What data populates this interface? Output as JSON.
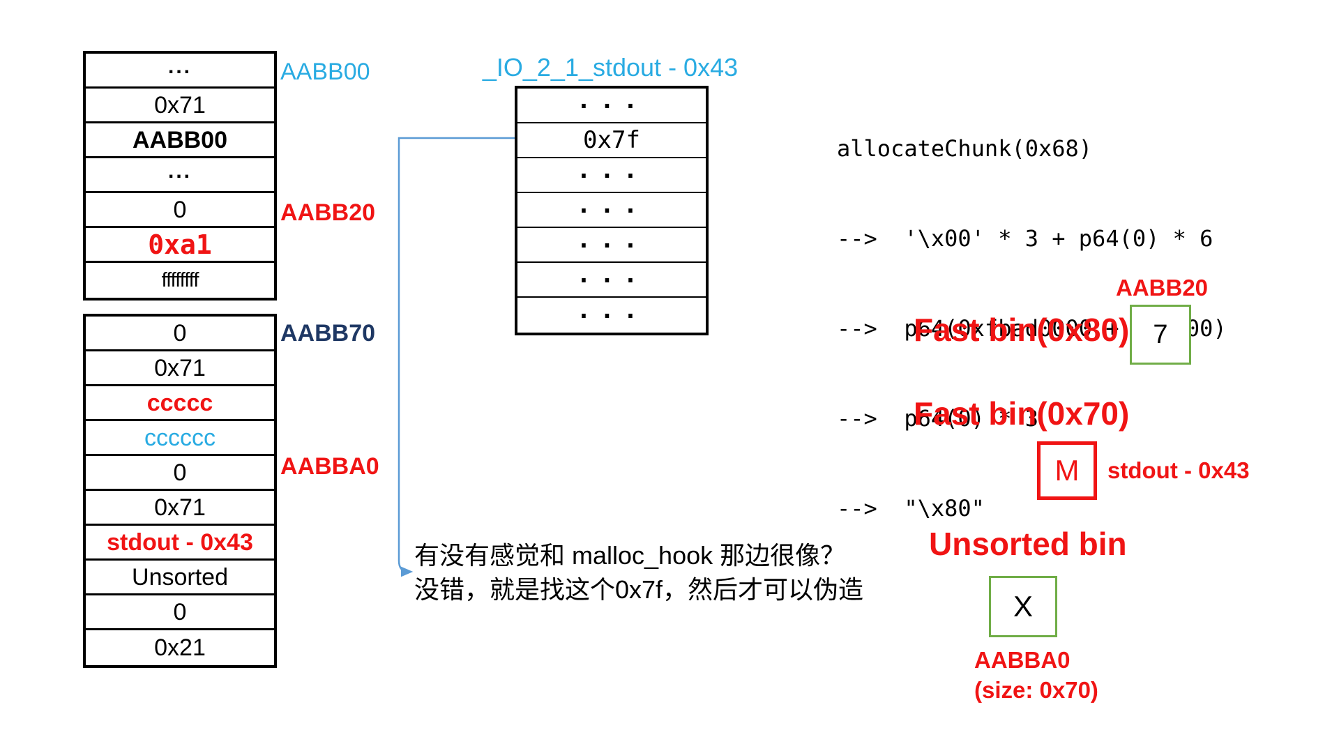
{
  "colors": {
    "red": "#f01414",
    "cyan": "#29abe2",
    "navy": "#1f3864",
    "green_box_border": "#70ad47",
    "arrow_blue": "#5b9bd5"
  },
  "left": {
    "table1": {
      "label_top": "AABB00",
      "label_mid": "AABB20",
      "rows": [
        "...",
        "0x71",
        "AABB00",
        "...",
        "0",
        "0xa1",
        "ffffffff"
      ]
    },
    "table2": {
      "label_top": "AABB70",
      "label_mid": "AABBA0",
      "rows": [
        "0",
        "0x71",
        "ccccc",
        "cccccc",
        "0",
        "0x71",
        "stdout - 0x43",
        "Unsorted",
        "0",
        "0x21"
      ]
    }
  },
  "stdout_struct": {
    "title": "_IO_2_1_stdout - 0x43",
    "rows": [
      "...",
      "0x7f",
      "...",
      "...",
      "...",
      "...",
      "..."
    ]
  },
  "code": {
    "line1": "allocateChunk(0x68)",
    "line2": "-->  '\\x00' * 3 + p64(0) * 6",
    "line3": "-->  p64(0xfbad0000 + 0x1800)",
    "line4": "-->  p64(0) * 3",
    "line5": "-->  \"\\x80\""
  },
  "annotation": {
    "line1": "有没有感觉和 malloc_hook 那边很像？",
    "line2": "没错，就是找这个0x7f，然后才可以伪造"
  },
  "bins": {
    "fastbin80": {
      "title": "Fast bin(0x80)",
      "value": "7",
      "addr": "AABB20"
    },
    "fastbin70": {
      "title": "Fast bin(0x70)",
      "value": "M",
      "note": "stdout - 0x43"
    },
    "unsorted": {
      "title": "Unsorted bin",
      "value": "X",
      "addr": "AABBA0",
      "size": "(size: 0x70)"
    }
  }
}
